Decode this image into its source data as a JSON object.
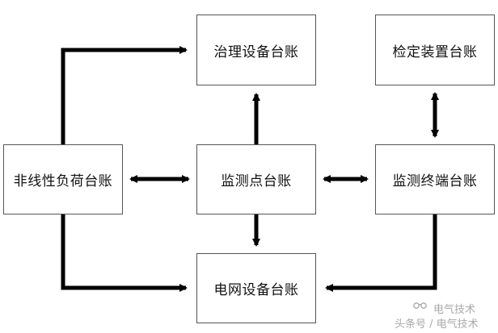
{
  "diagram": {
    "nodes": {
      "zhili": "治理设备台账",
      "jianding": "检定装置台账",
      "feixian": "非线性负荷台账",
      "jiance": "监测点台账",
      "zhongduan": "监测终端台账",
      "dianwang": "电网设备台账"
    },
    "edges": [
      {
        "from": "非线性负荷台账",
        "to": "治理设备台账",
        "direction": "forward"
      },
      {
        "from": "非线性负荷台账",
        "to": "电网设备台账",
        "direction": "forward"
      },
      {
        "from": "监测点台账",
        "to": "治理设备台账",
        "direction": "forward"
      },
      {
        "from": "监测点台账",
        "to": "电网设备台账",
        "direction": "forward"
      },
      {
        "from": "非线性负荷台账",
        "to": "监测点台账",
        "direction": "both"
      },
      {
        "from": "监测点台账",
        "to": "监测终端台账",
        "direction": "both"
      },
      {
        "from": "检定装置台账",
        "to": "监测终端台账",
        "direction": "both"
      },
      {
        "from": "监测终端台账",
        "to": "电网设备台账",
        "direction": "forward"
      }
    ]
  },
  "watermark": {
    "name": "电气技术",
    "line": "头条号 / 电气技术"
  },
  "colors": {
    "arrow": "#000000",
    "box_border": "#555555",
    "watermark": "#9a9a9a"
  }
}
